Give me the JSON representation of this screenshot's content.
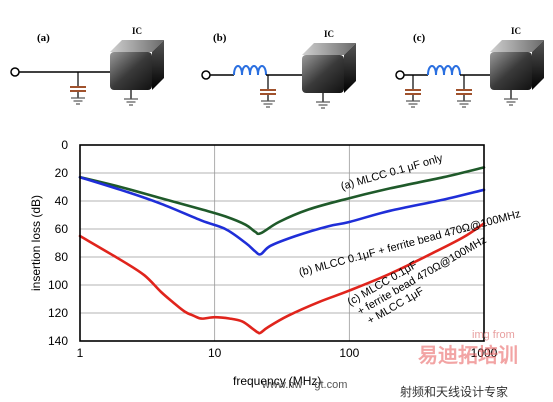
{
  "schematics": {
    "panels": [
      {
        "label": "(a)",
        "ic_label": "IC"
      },
      {
        "label": "(b)",
        "ic_label": "IC"
      },
      {
        "label": "(c)",
        "ic_label": "IC"
      }
    ]
  },
  "chart_data": {
    "type": "line",
    "xlabel": "frequency",
    "xlabel_unit": "(MHz)",
    "ylabel": "insertion loss (dB)",
    "x_scale": "log",
    "xlim": [
      1,
      1000
    ],
    "ylim": [
      0,
      140
    ],
    "y_inverted": true,
    "grid": true,
    "x_ticks": [
      "1",
      "10",
      "100",
      "1000"
    ],
    "y_ticks": [
      "0",
      "20",
      "40",
      "60",
      "80",
      "100",
      "120",
      "140"
    ],
    "series": [
      {
        "name": "(a) MLCC 0.1 μF only",
        "color": "#1f5a2a",
        "x": [
          1,
          2,
          4,
          8,
          12,
          17,
          20,
          22,
          30,
          50,
          100,
          200,
          500,
          1000
        ],
        "y": [
          23,
          30,
          38,
          46,
          51,
          57,
          62,
          63,
          55,
          46,
          38,
          31,
          23,
          16
        ]
      },
      {
        "name": "(b) MLCC 0.1μF + ferrite bead 470Ω@100MHz",
        "color": "#1f2ed8",
        "x": [
          1,
          2,
          4,
          8,
          12,
          17,
          20,
          22,
          26,
          40,
          70,
          100,
          200,
          500,
          1000
        ],
        "y": [
          23,
          32,
          42,
          54,
          60,
          70,
          76,
          78,
          72,
          65,
          58,
          55,
          47,
          39,
          32
        ]
      },
      {
        "name": "(c) MLCC 0.1μF + ferrite bead 470Ω@100MHz + MLCC 1μF",
        "color": "#e0241c",
        "x": [
          1,
          2,
          3,
          4,
          5,
          6,
          7,
          8,
          10,
          13,
          16,
          19,
          21,
          22,
          25,
          35,
          60,
          100,
          200,
          400,
          700,
          1000
        ],
        "y": [
          65,
          82,
          93,
          105,
          113,
          119,
          122,
          124,
          123,
          124,
          126,
          131,
          134,
          134,
          130,
          122,
          112,
          104,
          92,
          78,
          66,
          56
        ]
      }
    ]
  },
  "watermark": {
    "img_from": "img from",
    "cn_site": "射频和天线设计专家",
    "url": "www.hw",
    "url_tail": "gt.com"
  }
}
